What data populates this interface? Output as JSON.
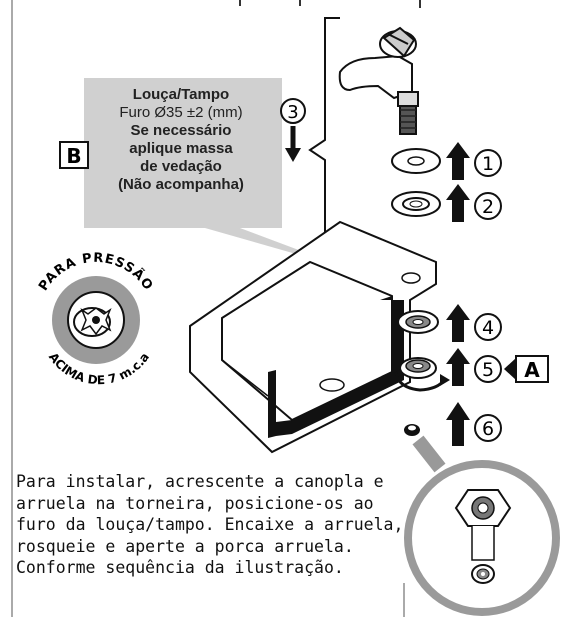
{
  "callout": {
    "title": "Louça/Tampo",
    "hole_spec": "Furo Ø35 ±2 (mm)",
    "note_line1": "Se necessário",
    "note_line2": "aplique massa",
    "note_line3": "de vedação",
    "note_line4": "(Não acompanha)",
    "ref_letter": "B"
  },
  "pressure_badge": {
    "top_text": "PARA PRESSÃO",
    "bottom_text": "ACIMA DE 7 m.c.a"
  },
  "steps": {
    "s1": "1",
    "s2": "2",
    "s3": "3",
    "s4": "4",
    "s5": "5",
    "s6": "6",
    "ref_letter_a": "A"
  },
  "instructions": {
    "line1": "Para instalar, acrescente a canopla e",
    "line2": "arruela na torneira, posicione-os ao",
    "line3": "furo da louça/tampo. Encaixe a arruela,",
    "line4": "rosqueie e aperte a porca arruela.",
    "line5": "Conforme sequência da ilustração."
  },
  "colors": {
    "callout_bg": "#d0d0d0",
    "ink": "#111111",
    "panel_gray": "#9a9a9a"
  }
}
